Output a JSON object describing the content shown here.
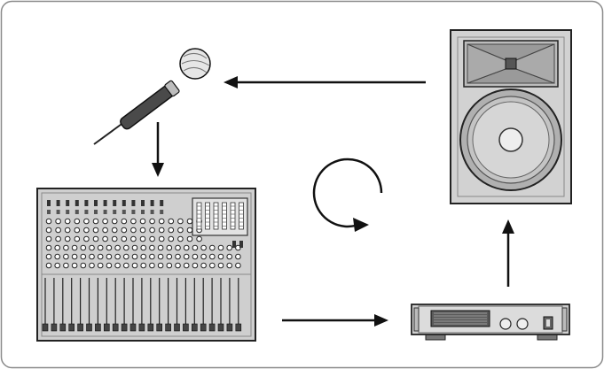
{
  "diagram": {
    "components": [
      {
        "id": "microphone",
        "icon": "microphone-icon"
      },
      {
        "id": "mixing-console",
        "icon": "mixer-icon"
      },
      {
        "id": "power-amplifier",
        "icon": "amplifier-icon"
      },
      {
        "id": "loudspeaker",
        "icon": "speaker-icon"
      }
    ],
    "flow": [
      {
        "from": "microphone",
        "to": "mixing-console"
      },
      {
        "from": "mixing-console",
        "to": "power-amplifier"
      },
      {
        "from": "power-amplifier",
        "to": "loudspeaker"
      },
      {
        "from": "loudspeaker",
        "to": "microphone"
      }
    ],
    "loop_indicator": "circular-arrow-icon",
    "colors": {
      "frame": "#8a8a8a",
      "device_fill": "#d4d4d4",
      "device_stroke": "#2a2a2a",
      "arrow": "#111111"
    }
  }
}
